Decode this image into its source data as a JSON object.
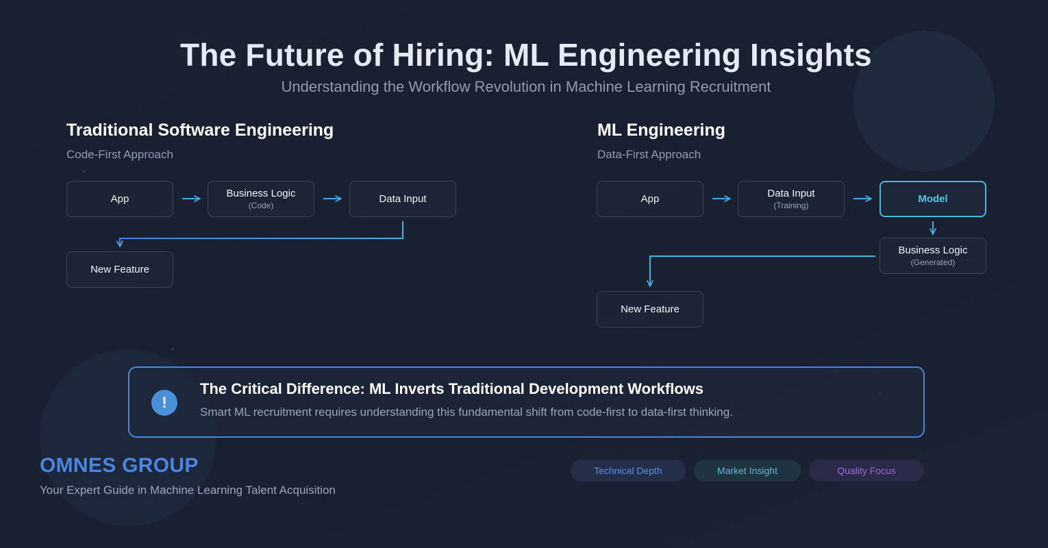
{
  "header": {
    "title": "The Future of Hiring: ML Engineering Insights",
    "subtitle": "Understanding the Workflow Revolution in Machine Learning Recruitment"
  },
  "traditional": {
    "title": "Traditional Software Engineering",
    "subtitle": "Code-First Approach",
    "nodes": {
      "app": {
        "label": "App"
      },
      "logic": {
        "label": "Business Logic",
        "sub": "(Code)"
      },
      "data": {
        "label": "Data Input"
      },
      "feature": {
        "label": "New Feature"
      }
    }
  },
  "ml": {
    "title": "ML Engineering",
    "subtitle": "Data-First Approach",
    "nodes": {
      "app": {
        "label": "App"
      },
      "data": {
        "label": "Data Input",
        "sub": "(Training)"
      },
      "model": {
        "label": "Model"
      },
      "logic": {
        "label": "Business Logic",
        "sub": "(Generated)"
      },
      "feature": {
        "label": "New Feature"
      }
    }
  },
  "callout": {
    "icon": "exclamation-icon",
    "badge": "!",
    "title": "The Critical Difference: ML Inverts Traditional Development Workflows",
    "text": "Smart ML recruitment requires understanding this fundamental shift from code-first to data-first thinking."
  },
  "footer": {
    "brand": "OMNES GROUP",
    "tagline": "Your Expert Guide in Machine Learning Talent Acquisition",
    "pills": [
      "Technical Depth",
      "Market Insight",
      "Quality Focus"
    ]
  },
  "colors": {
    "background": "#1a2130",
    "accent_blue": "#4a86e0",
    "accent_cyan": "#4fb6dd",
    "accent_purple": "#9a6ce2",
    "arrow": "#4aa8e0"
  }
}
